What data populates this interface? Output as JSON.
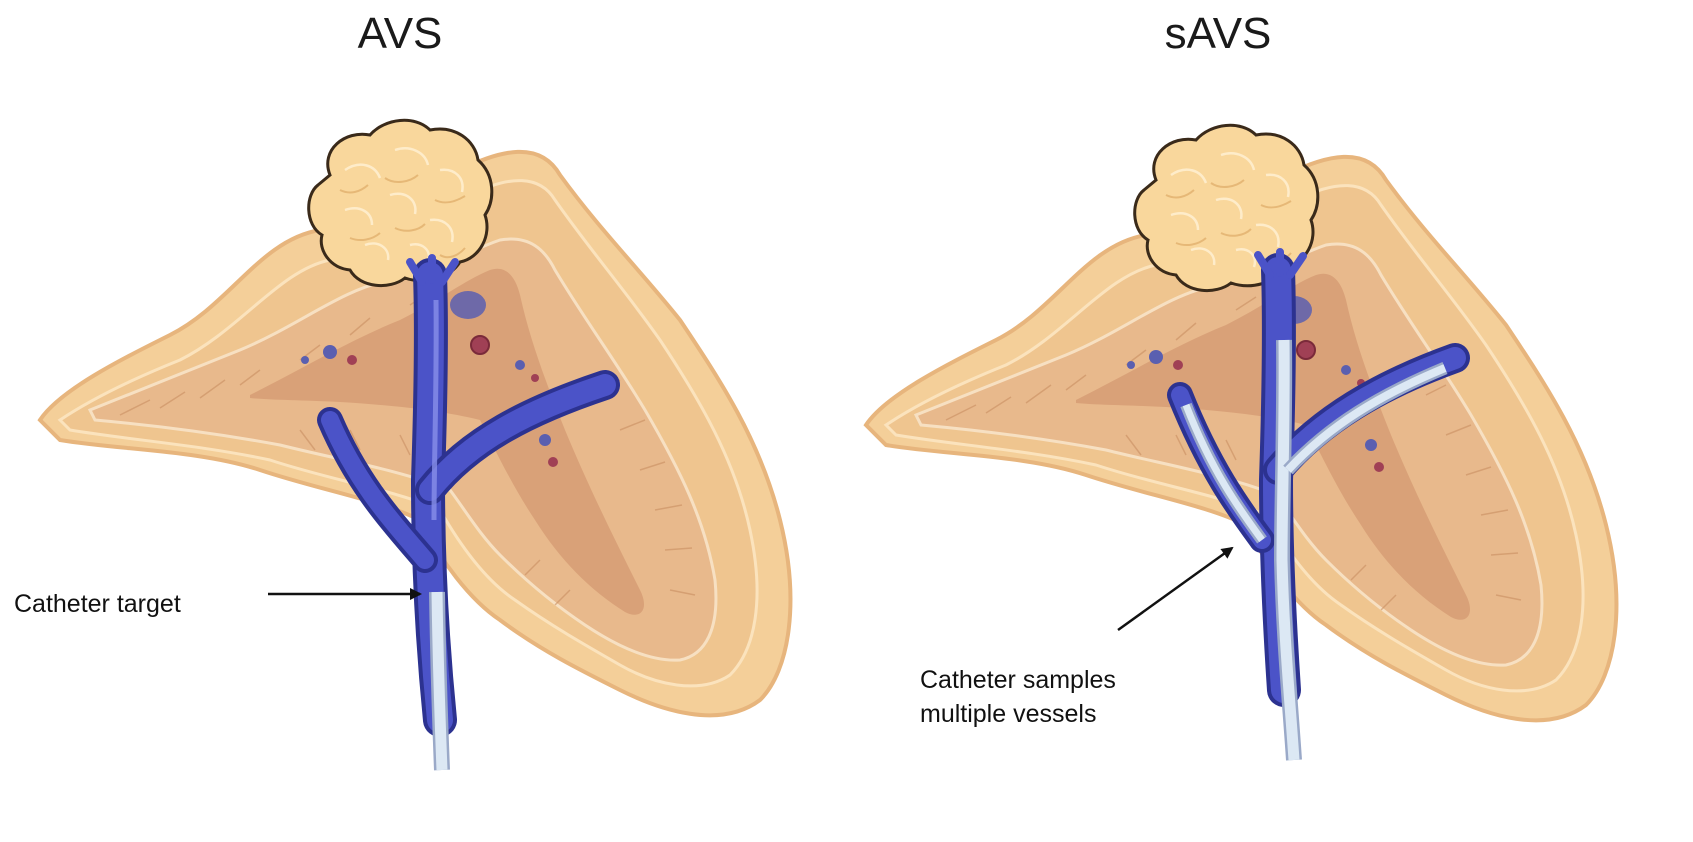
{
  "panels": [
    {
      "title": "AVS",
      "caption": [
        "Catheter target"
      ]
    },
    {
      "title": "sAVS",
      "caption": [
        "Catheter samples",
        "multiple vessels"
      ]
    }
  ],
  "colors": {
    "gland_outer": "#f4cf99",
    "gland_outline": "#e7b57d",
    "cortex": "#e8b98c",
    "medulla": "#d9a178",
    "tumor": "#f9d79c",
    "tumor_outline": "#3a2a1a",
    "vein": "#4b53c8",
    "vein_dark": "#2c3290",
    "catheter": "#dce8f4",
    "arrow": "#111111"
  }
}
